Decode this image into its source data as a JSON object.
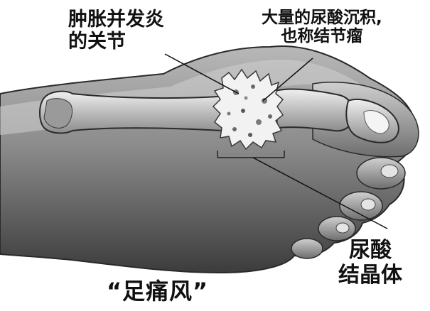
{
  "labels": {
    "swollen_joint": {
      "line1": "肿胀并发炎",
      "line2": "的关节"
    },
    "uric_acid_deposit": {
      "line1": "大量的尿酸沉积,",
      "line2": "也称结节瘤"
    },
    "uric_acid_crystals": {
      "line1": "尿酸",
      "line2": "结晶体"
    },
    "title": "“足痛风”"
  },
  "colors": {
    "skin": "#8e8e8e",
    "skin_light": "#c4c4c4",
    "skin_dark": "#3a3a3a",
    "bone": "#d6d6d6",
    "crystal": "#f2f2f2",
    "line": "#111111"
  }
}
